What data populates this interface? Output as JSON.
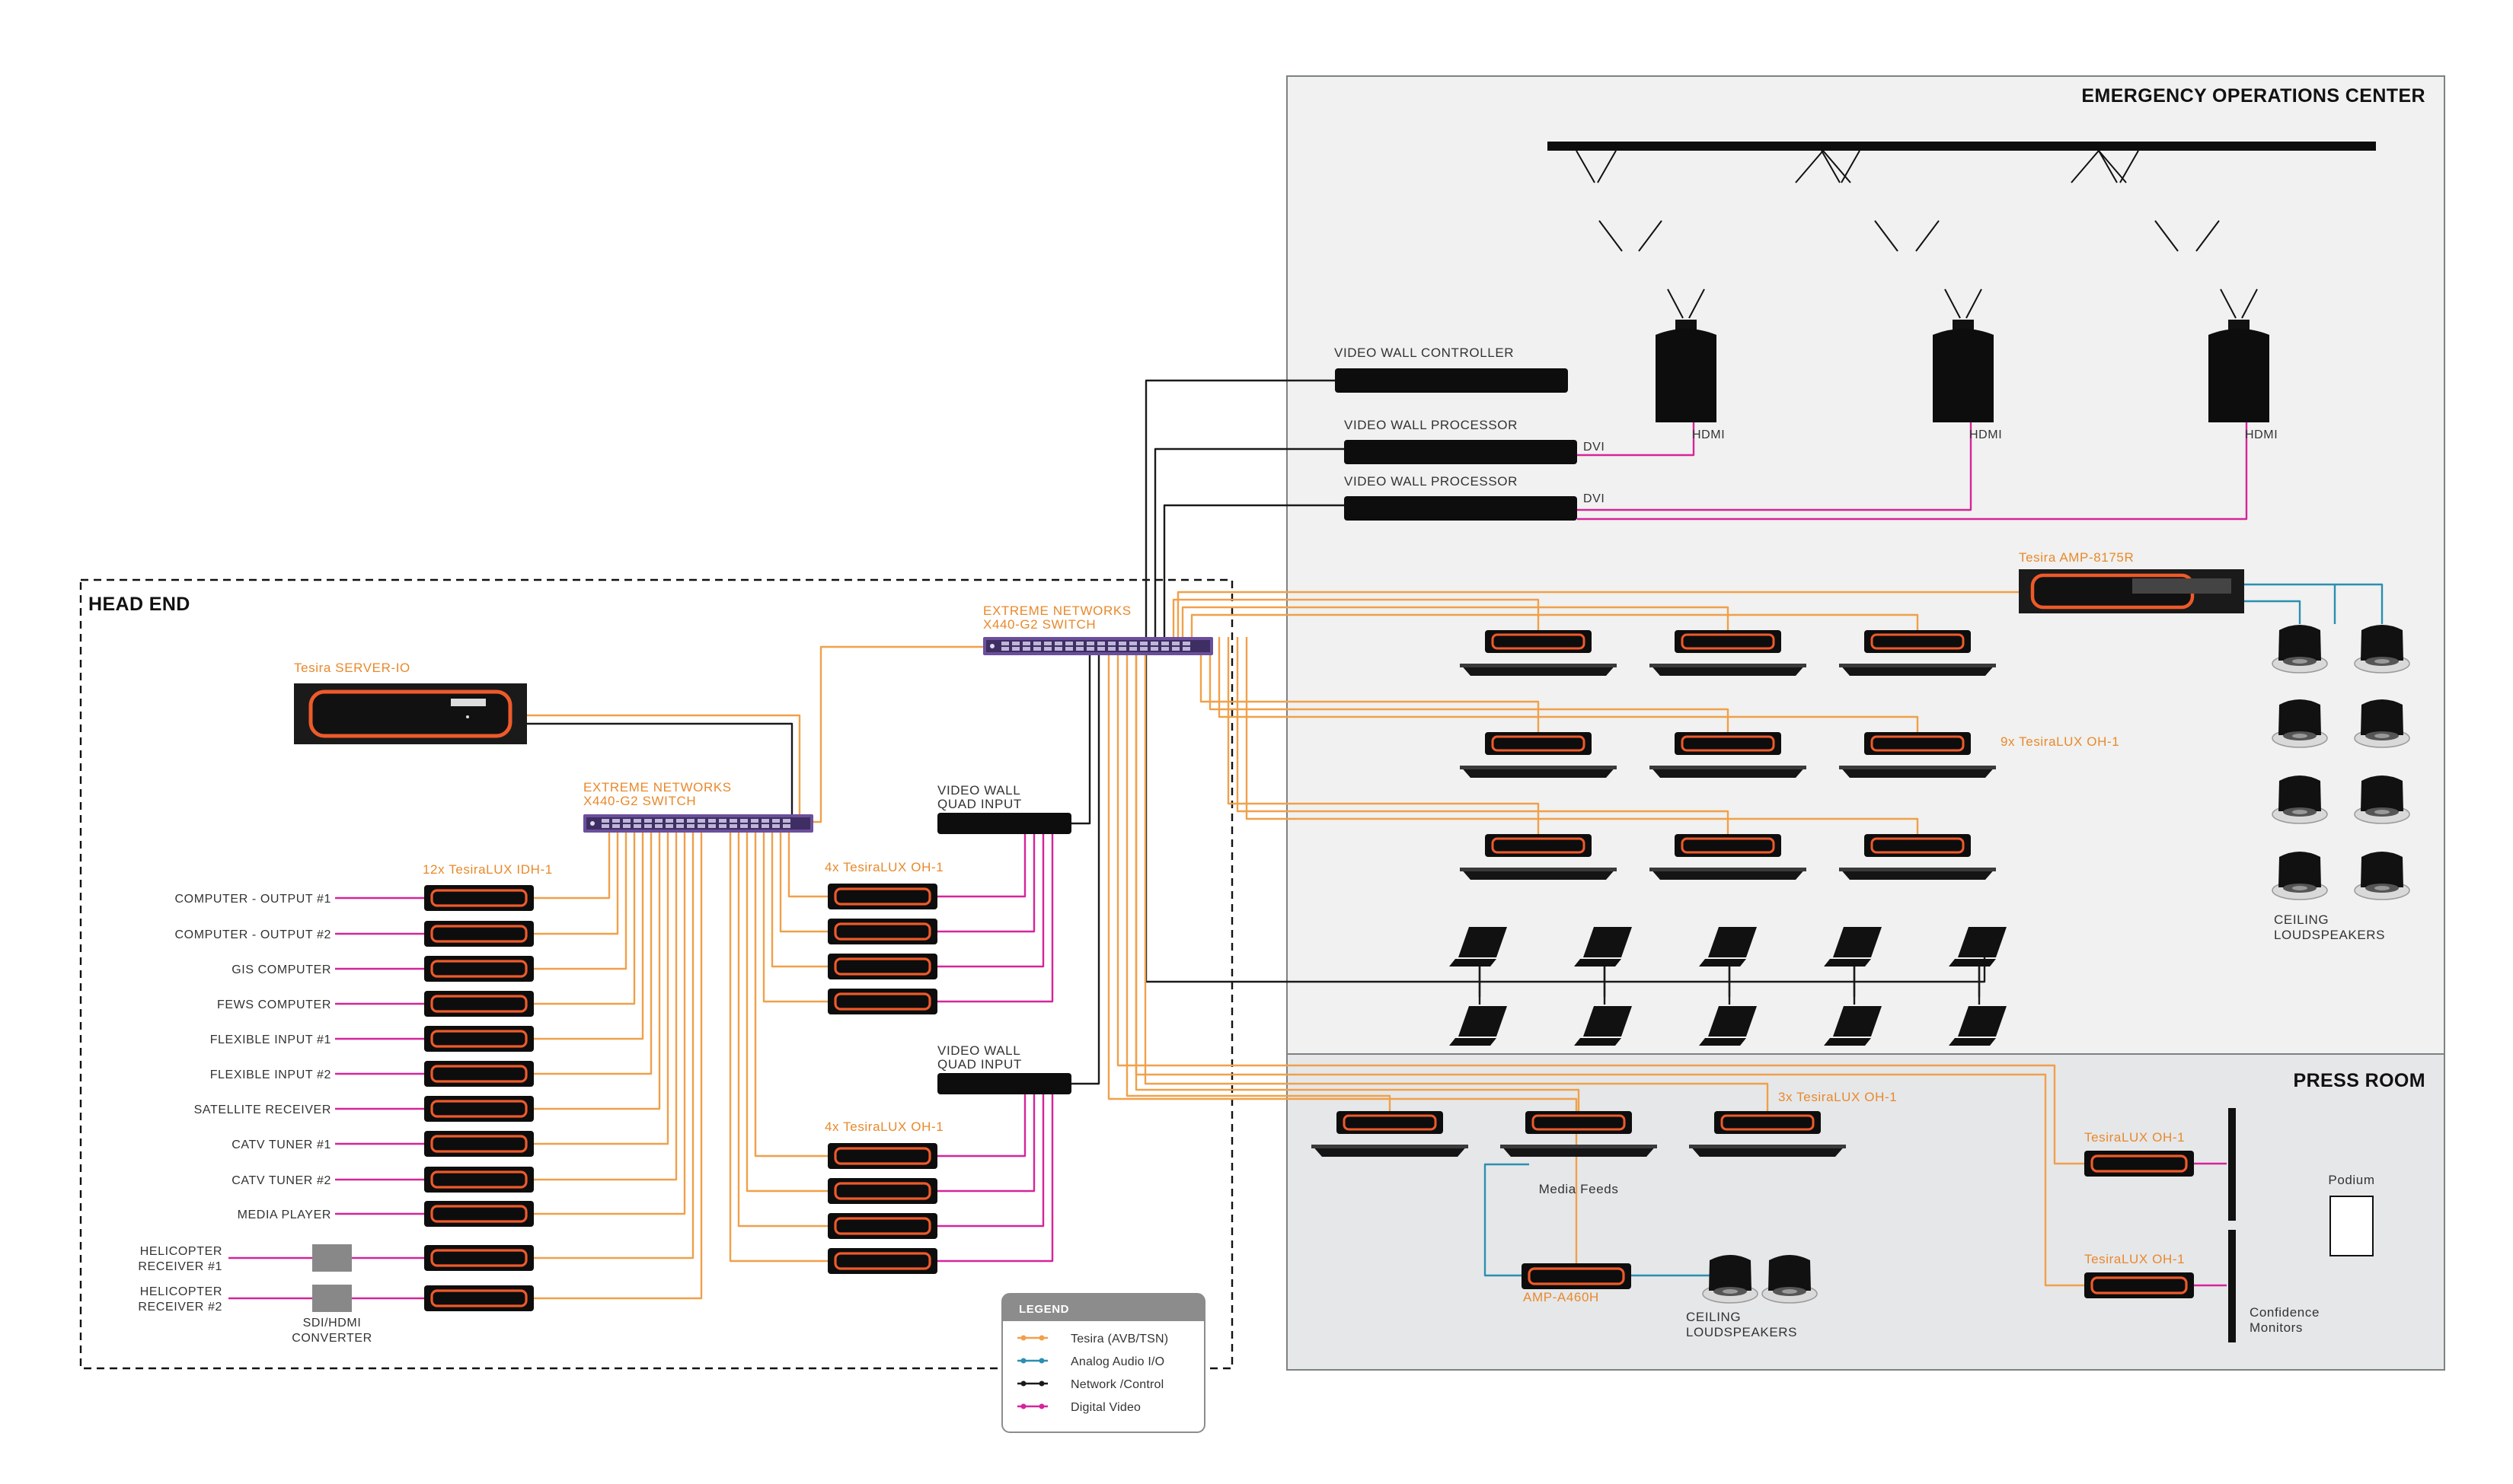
{
  "regions": {
    "head_end": "HEAD END",
    "eoc": "EMERGENCY OPERATIONS CENTER",
    "press_room": "PRESS ROOM"
  },
  "devices": {
    "server": "Tesira SERVER-IO",
    "switch_left": [
      "EXTREME NETWORKS",
      "X440-G2 SWITCH"
    ],
    "switch_right": [
      "EXTREME NETWORKS",
      "X440-G2 SWITCH"
    ],
    "idh_group": "12x TesiraLUX IDH-1",
    "oh_group_a": "4x TesiraLUX OH-1",
    "oh_group_b": "4x TesiraLUX OH-1",
    "quad_a": [
      "VIDEO WALL",
      "QUAD INPUT"
    ],
    "quad_b": [
      "VIDEO WALL",
      "QUAD INPUT"
    ],
    "sdi_converter": [
      "SDI/HDMI",
      "CONVERTER"
    ],
    "vw_controller": "VIDEO WALL CONTROLLER",
    "vw_processor_1": "VIDEO WALL PROCESSOR",
    "vw_processor_2": "VIDEO WALL PROCESSOR",
    "dvi": "DVI",
    "hdmi": "HDMI",
    "amp_8175r": "Tesira AMP-8175R",
    "oh_9x": "9x TesiraLUX OH-1",
    "ceiling_eoc": [
      "CEILING",
      "LOUDSPEAKERS"
    ],
    "oh_3x": "3x TesiraLUX OH-1",
    "media_feeds": "Media Feeds",
    "amp_a460h": "AMP-A460H",
    "ceiling_press": [
      "CEILING",
      "LOUDSPEAKERS"
    ],
    "oh_single": "TesiraLUX OH-1",
    "podium": "Podium",
    "confidence": [
      "Confidence",
      "Monitors"
    ]
  },
  "sources": [
    [
      "COMPUTER - OUTPUT #1"
    ],
    [
      "COMPUTER - OUTPUT #2"
    ],
    [
      "GIS COMPUTER"
    ],
    [
      "FEWS COMPUTER"
    ],
    [
      "FLEXIBLE INPUT #1"
    ],
    [
      "FLEXIBLE INPUT #2"
    ],
    [
      "SATELLITE RECEIVER"
    ],
    [
      "CATV TUNER #1"
    ],
    [
      "CATV TUNER #2"
    ],
    [
      "MEDIA PLAYER"
    ],
    [
      "HELICOPTER",
      "RECEIVER #1"
    ],
    [
      "HELICOPTER",
      "RECEIVER #2"
    ]
  ],
  "legend": {
    "title": "LEGEND",
    "items": [
      {
        "label": "Tesira (AVB/TSN)",
        "color": "#f0a04a"
      },
      {
        "label": "Analog Audio I/O",
        "color": "#2b8fb0"
      },
      {
        "label": "Network /Control",
        "color": "#1a1a1a"
      },
      {
        "label": "Digital Video",
        "color": "#d6249a"
      }
    ]
  },
  "colors": {
    "avb": "#f0a04a",
    "analog": "#2b8fb0",
    "network": "#1a1a1a",
    "video": "#d6249a",
    "accent": "#ee5a2a",
    "label": "#e8892b",
    "switch": "#6b4f9c"
  }
}
